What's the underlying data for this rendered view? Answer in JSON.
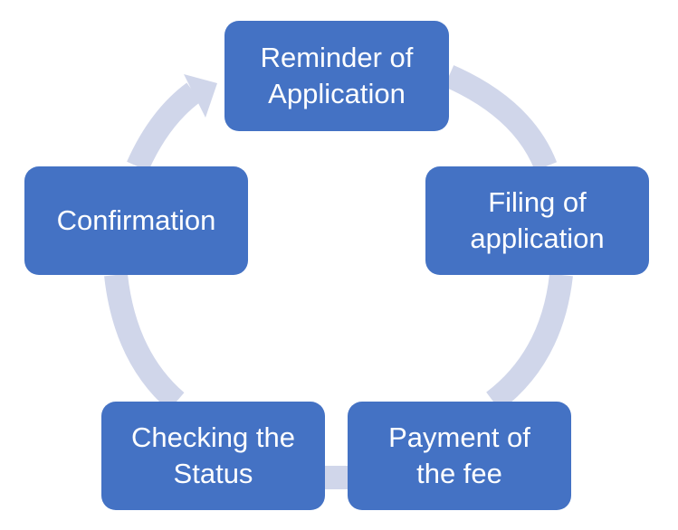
{
  "diagram": {
    "type": "cycle",
    "ring_color": "#d0d6ea",
    "node_color": "#4472c4",
    "text_color": "#ffffff",
    "nodes": [
      {
        "label": "Reminder of\nApplication"
      },
      {
        "label": "Filing of\napplication"
      },
      {
        "label": "Payment of\nthe fee"
      },
      {
        "label": "Checking the\nStatus"
      },
      {
        "label": "Confirmation"
      }
    ]
  }
}
